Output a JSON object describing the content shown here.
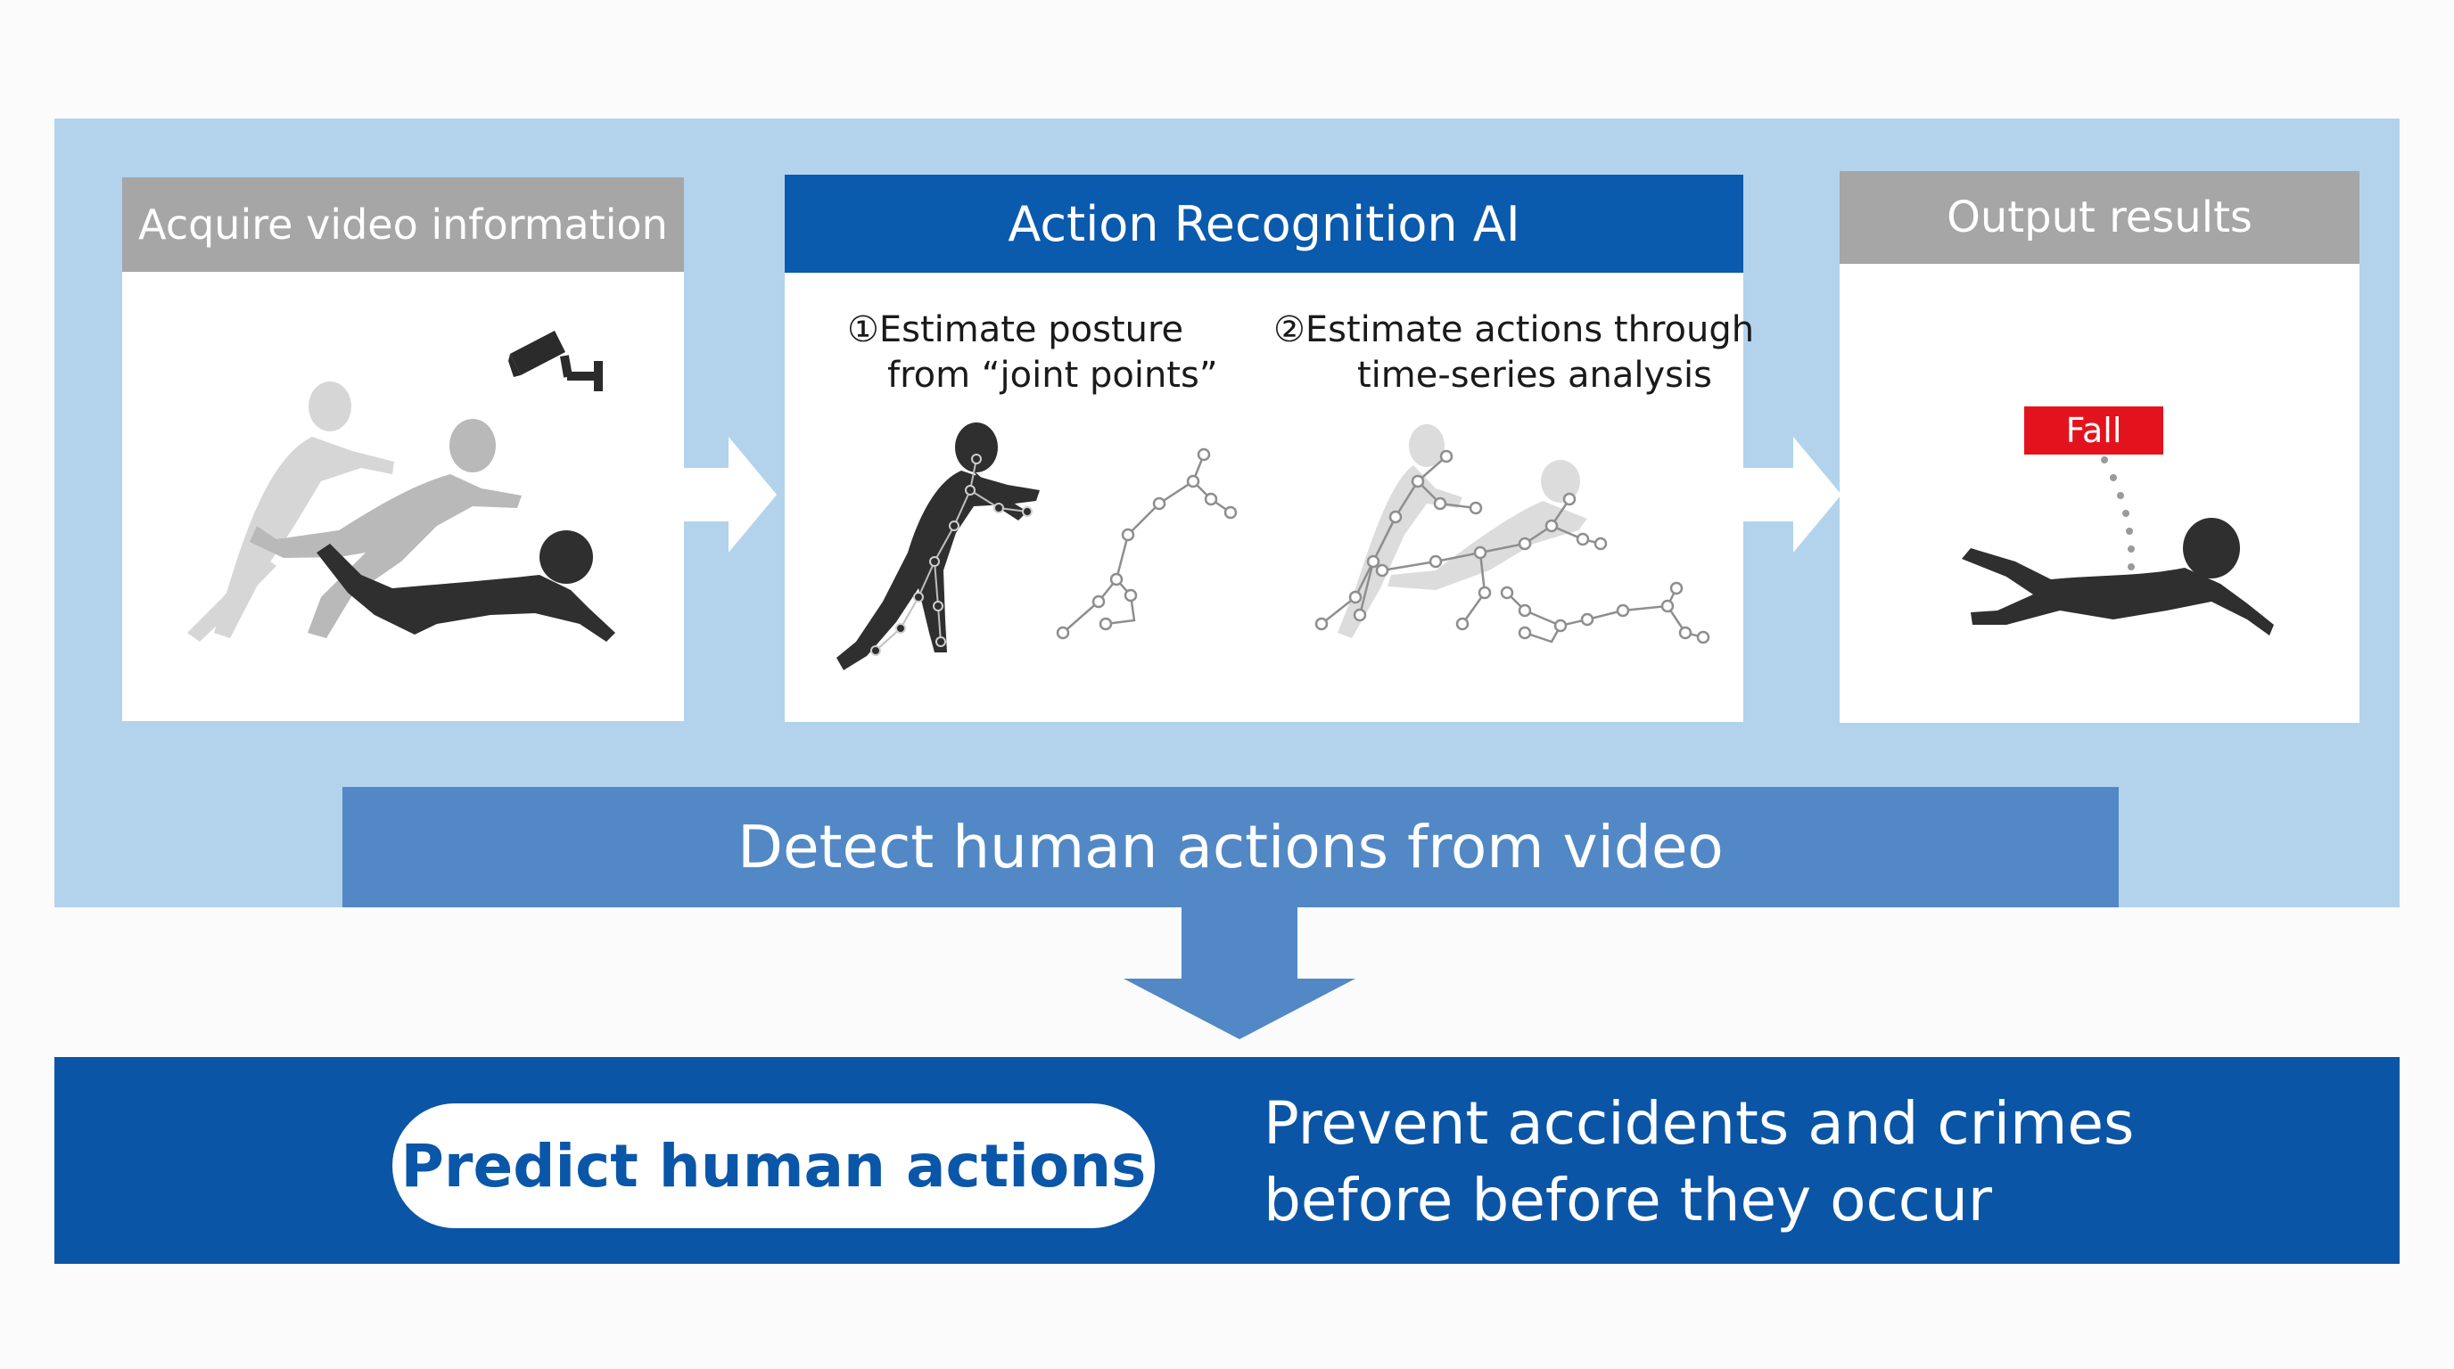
{
  "steps": {
    "acquire": {
      "title": "Acquire video information"
    },
    "recognition": {
      "title": "Action Recognition AI",
      "step1_line1": "①Estimate posture",
      "step1_line2": "from “joint points”",
      "step2_line1": "②Estimate actions through",
      "step2_line2": "time-series analysis"
    },
    "output": {
      "title": "Output results",
      "fall_label": "Fall"
    }
  },
  "detect_banner": {
    "text": "Detect human actions from video"
  },
  "bottom": {
    "pill_text": "Predict human actions",
    "line1": "Prevent accidents and crimes",
    "line2": "before before they occur"
  },
  "colors": {
    "band": "#b3d3ec",
    "header_blue": "#0a5aad",
    "header_gray": "#a6a6a6",
    "detect_banner": "#5288c6",
    "bottom_bar": "#0b55a6",
    "fall_red": "#e3131d"
  },
  "icons": [
    "security-camera-icon",
    "falling-person-icon",
    "skeleton-icon",
    "arrow-right-icon",
    "arrow-down-icon"
  ]
}
